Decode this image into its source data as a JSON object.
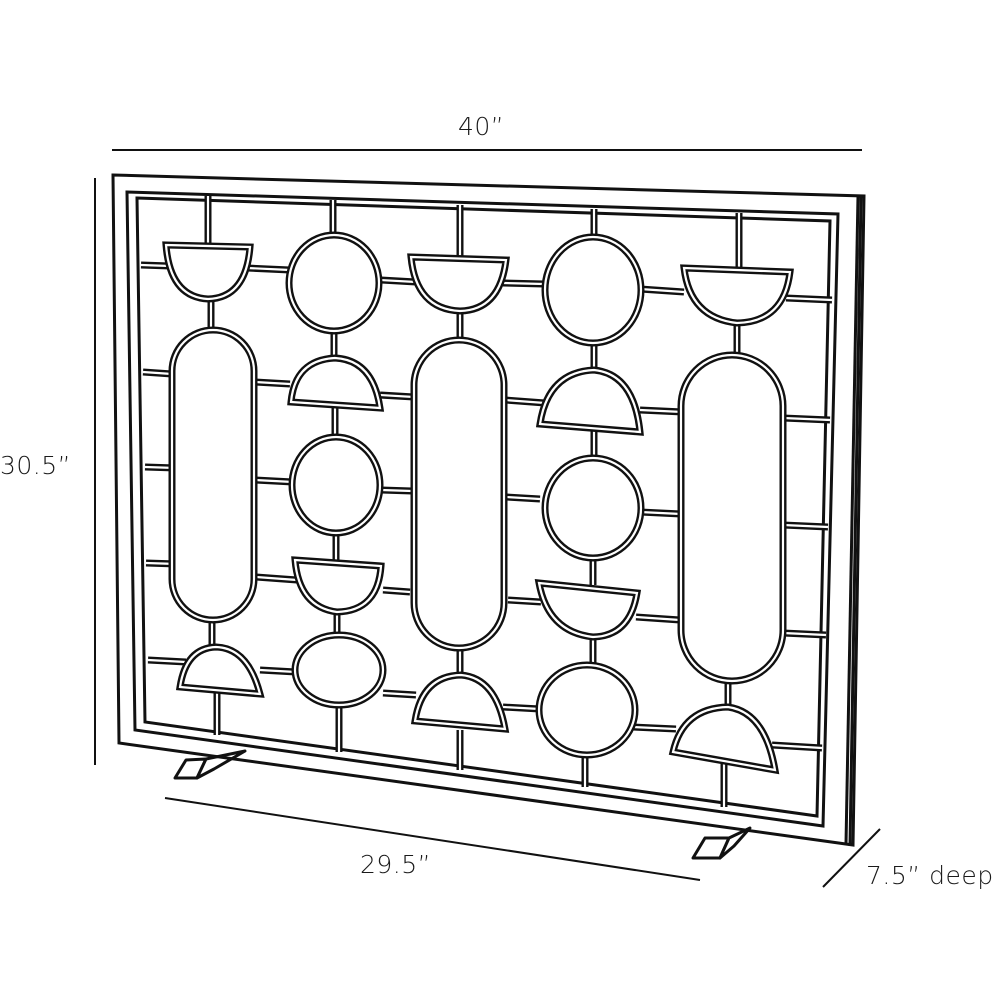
{
  "figure": {
    "subject": "Geometric fireplace screen line drawing with dimensions",
    "line_color": "#111111",
    "background": "#ffffff"
  },
  "dimensions": {
    "width": "40”",
    "height": "30.5”",
    "base_width": "29.5”",
    "depth": "7.5” deep"
  },
  "pattern": {
    "columns": [
      {
        "index": 1,
        "shapes": [
          "half-moon-down",
          "capsule",
          "half-moon-up"
        ]
      },
      {
        "index": 2,
        "shapes": [
          "circle",
          "half-moon-up",
          "circle",
          "half-moon-down",
          "circle"
        ]
      },
      {
        "index": 3,
        "shapes": [
          "half-moon-down",
          "capsule",
          "half-moon-up"
        ]
      },
      {
        "index": 4,
        "shapes": [
          "circle",
          "half-moon-up",
          "circle",
          "half-moon-down",
          "circle"
        ]
      },
      {
        "index": 5,
        "shapes": [
          "half-moon-down",
          "capsule",
          "half-moon-up"
        ]
      }
    ]
  }
}
